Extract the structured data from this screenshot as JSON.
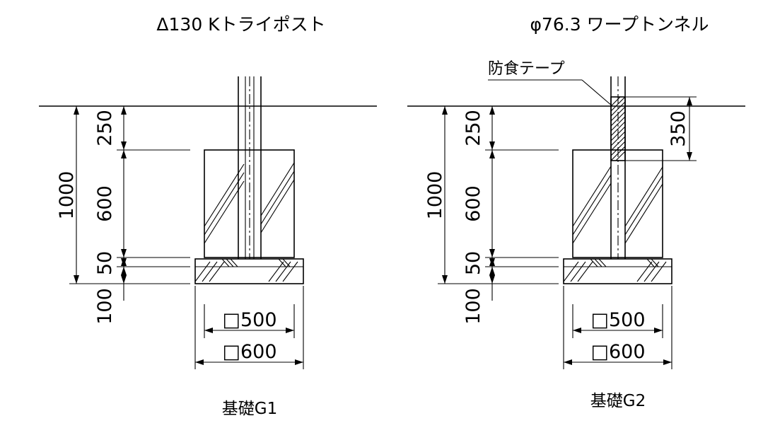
{
  "diagrams": [
    {
      "title": "Δ130 Kトライポスト",
      "caption": "基礎G1",
      "dims": {
        "d250": "250",
        "d600": "600",
        "d50": "50",
        "d100": "100",
        "d1000": "1000",
        "w500": "□500",
        "w600": "□600"
      }
    },
    {
      "title": "φ76.3 ワープトンネル",
      "caption": "基礎G2",
      "tape_label": "防食テープ",
      "tape_dim": "350",
      "dims": {
        "d250": "250",
        "d600": "600",
        "d50": "50",
        "d100": "100",
        "d1000": "1000",
        "w500": "□500",
        "w600": "□600"
      }
    }
  ]
}
